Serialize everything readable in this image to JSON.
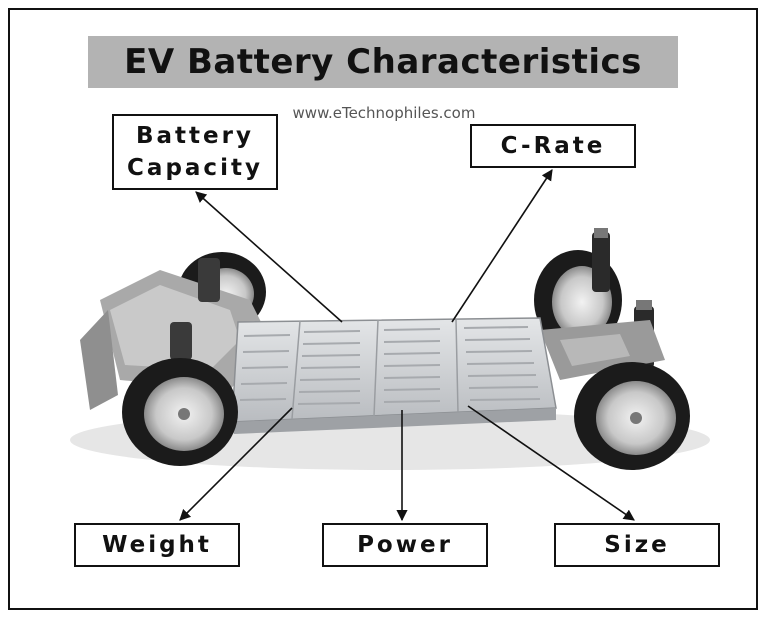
{
  "title": "EV Battery Characteristics",
  "website": "www.eTechnophiles.com",
  "labels": {
    "battery_capacity_line1": "Battery",
    "battery_capacity_line2": "Capacity",
    "c_rate": "C-Rate",
    "weight": "Weight",
    "power": "Power",
    "size": "Size"
  },
  "colors": {
    "title_background": "#b3b3b3",
    "border": "#111111",
    "battery_pack": "#d2d4d6"
  }
}
